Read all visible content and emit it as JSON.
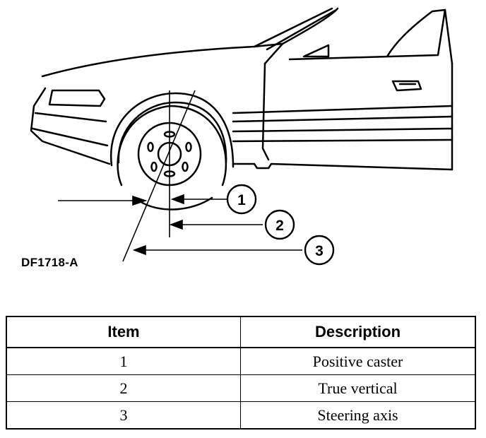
{
  "figure": {
    "code": "DF1718-A",
    "callouts": [
      "1",
      "2",
      "3"
    ]
  },
  "table": {
    "headers": {
      "item": "Item",
      "description": "Description"
    },
    "rows": [
      {
        "item": "1",
        "description": "Positive caster"
      },
      {
        "item": "2",
        "description": "True vertical"
      },
      {
        "item": "3",
        "description": "Steering axis"
      }
    ]
  }
}
